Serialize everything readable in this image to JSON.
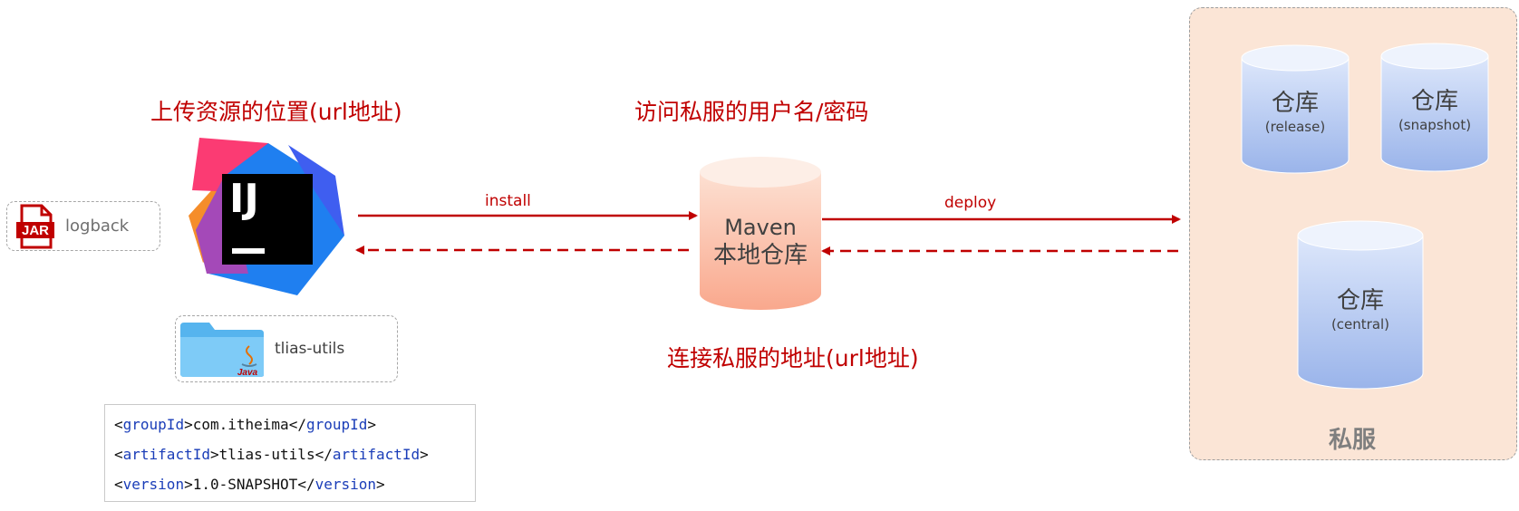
{
  "labels": {
    "upload_location": "上传资源的位置(url地址)",
    "credentials": "访问私服的用户名/密码",
    "connect_address": "连接私服的地址(url地址)"
  },
  "arrows": {
    "install": "install",
    "deploy": "deploy"
  },
  "jar_chip": {
    "icon_text": "JAR",
    "label": "logback"
  },
  "ide_logo": {
    "letters": "IJ"
  },
  "folder_chip": {
    "label": "tlias-utils",
    "badge_text": "Java"
  },
  "pom": {
    "line1": {
      "open": "<",
      "tag": "groupId",
      "mid1": ">",
      "value": "com.itheima",
      "mid2": "</",
      "tag2": "groupId",
      "close": ">"
    },
    "line2": {
      "open": "<",
      "tag": "artifactId",
      "mid1": ">",
      "value": "tlias-utils",
      "mid2": "</",
      "tag2": "artifactId",
      "close": ">"
    },
    "line3": {
      "open": "<",
      "tag": "version",
      "mid1": ">",
      "value": "1.0-SNAPSHOT",
      "mid2": "</",
      "tag2": "version",
      "close": ">"
    }
  },
  "local_repo": {
    "line1": "Maven",
    "line2": "本地仓库"
  },
  "private_server": {
    "label": "私服",
    "repos": [
      {
        "name": "仓库",
        "type": "(release)"
      },
      {
        "name": "仓库",
        "type": "(snapshot)"
      },
      {
        "name": "仓库",
        "type": "(central)"
      }
    ]
  },
  "colors": {
    "accent_red": "#c00000",
    "private_bg": "#fbe5d6",
    "local_repo_fill": "#f9a88d",
    "repo_fill": "#9ab4ea"
  }
}
